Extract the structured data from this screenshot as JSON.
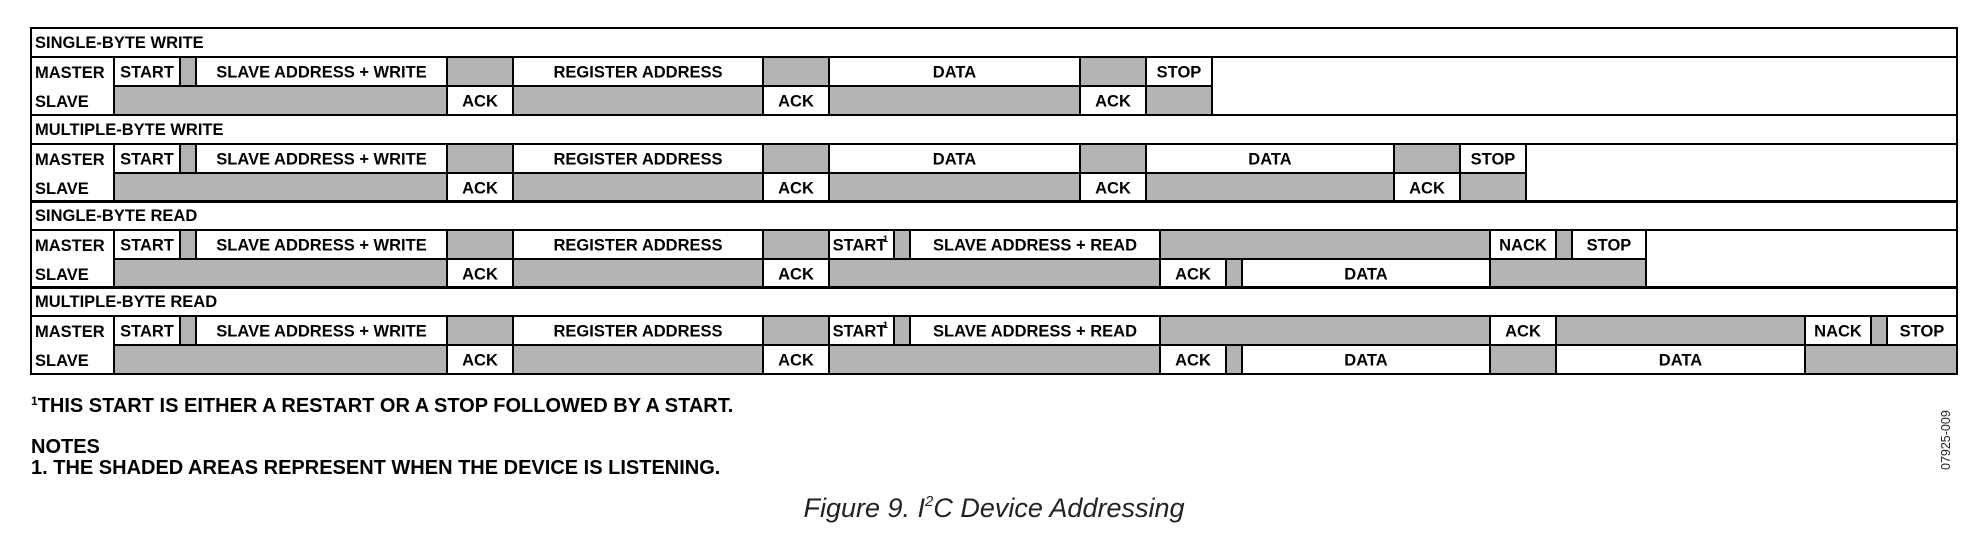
{
  "sequences": [
    {
      "title": "SINGLE-BYTE WRITE",
      "master_label": "MASTER",
      "slave_label": "SLAVE",
      "master_cells": [
        {
          "text": "START",
          "shaded": false
        },
        {
          "text": "",
          "shaded": true
        },
        {
          "text": "SLAVE ADDRESS + WRITE",
          "shaded": false
        },
        {
          "text": "",
          "shaded": true
        },
        {
          "text": "REGISTER ADDRESS",
          "shaded": false
        },
        {
          "text": "",
          "shaded": true
        },
        {
          "text": "DATA",
          "shaded": false
        },
        {
          "text": "",
          "shaded": true
        },
        {
          "text": "STOP",
          "shaded": false
        }
      ],
      "slave_cells": [
        {
          "text": "",
          "shaded": true
        },
        {
          "text": "ACK",
          "shaded": false
        },
        {
          "text": "",
          "shaded": true
        },
        {
          "text": "ACK",
          "shaded": false
        },
        {
          "text": "",
          "shaded": true
        },
        {
          "text": "ACK",
          "shaded": false
        },
        {
          "text": "",
          "shaded": true
        }
      ]
    },
    {
      "title": "MULTIPLE-BYTE WRITE",
      "master_label": "MASTER",
      "slave_label": "SLAVE",
      "master_cells": [
        {
          "text": "START",
          "shaded": false
        },
        {
          "text": "",
          "shaded": true
        },
        {
          "text": "SLAVE ADDRESS + WRITE",
          "shaded": false
        },
        {
          "text": "",
          "shaded": true
        },
        {
          "text": "REGISTER ADDRESS",
          "shaded": false
        },
        {
          "text": "",
          "shaded": true
        },
        {
          "text": "DATA",
          "shaded": false
        },
        {
          "text": "",
          "shaded": true
        },
        {
          "text": "DATA",
          "shaded": false
        },
        {
          "text": "",
          "shaded": true
        },
        {
          "text": "STOP",
          "shaded": false
        }
      ],
      "slave_cells": [
        {
          "text": "",
          "shaded": true
        },
        {
          "text": "ACK",
          "shaded": false
        },
        {
          "text": "",
          "shaded": true
        },
        {
          "text": "ACK",
          "shaded": false
        },
        {
          "text": "",
          "shaded": true
        },
        {
          "text": "ACK",
          "shaded": false
        },
        {
          "text": "",
          "shaded": true
        },
        {
          "text": "ACK",
          "shaded": false
        },
        {
          "text": "",
          "shaded": true
        }
      ]
    },
    {
      "title": "SINGLE-BYTE READ",
      "master_label": "MASTER",
      "slave_label": "SLAVE",
      "master_cells": [
        {
          "text": "START",
          "shaded": false
        },
        {
          "text": "",
          "shaded": true
        },
        {
          "text": "SLAVE ADDRESS + WRITE",
          "shaded": false
        },
        {
          "text": "",
          "shaded": true
        },
        {
          "text": "REGISTER ADDRESS",
          "shaded": false
        },
        {
          "text": "",
          "shaded": true
        },
        {
          "text": "START",
          "sup": "1",
          "shaded": false
        },
        {
          "text": "",
          "shaded": true
        },
        {
          "text": "SLAVE ADDRESS + READ",
          "shaded": false
        },
        {
          "text": "",
          "shaded": true
        },
        {
          "text": "NACK",
          "shaded": false
        },
        {
          "text": "",
          "shaded": true
        },
        {
          "text": "STOP",
          "shaded": false
        }
      ],
      "slave_cells": [
        {
          "text": "",
          "shaded": true
        },
        {
          "text": "ACK",
          "shaded": false
        },
        {
          "text": "",
          "shaded": true
        },
        {
          "text": "ACK",
          "shaded": false
        },
        {
          "text": "",
          "shaded": true
        },
        {
          "text": "ACK",
          "shaded": false
        },
        {
          "text": "",
          "shaded": true
        },
        {
          "text": "DATA",
          "shaded": false
        },
        {
          "text": "",
          "shaded": true
        }
      ]
    },
    {
      "title": "MULTIPLE-BYTE READ",
      "master_label": "MASTER",
      "slave_label": "SLAVE",
      "master_cells": [
        {
          "text": "START",
          "shaded": false
        },
        {
          "text": "",
          "shaded": true
        },
        {
          "text": "SLAVE ADDRESS + WRITE",
          "shaded": false
        },
        {
          "text": "",
          "shaded": true
        },
        {
          "text": "REGISTER ADDRESS",
          "shaded": false
        },
        {
          "text": "",
          "shaded": true
        },
        {
          "text": "START",
          "sup": "1",
          "shaded": false
        },
        {
          "text": "",
          "shaded": true
        },
        {
          "text": "SLAVE ADDRESS + READ",
          "shaded": false
        },
        {
          "text": "",
          "shaded": true
        },
        {
          "text": "ACK",
          "shaded": false
        },
        {
          "text": "",
          "shaded": true
        },
        {
          "text": "NACK",
          "shaded": false
        },
        {
          "text": "",
          "shaded": true
        },
        {
          "text": "STOP",
          "shaded": false
        }
      ],
      "slave_cells": [
        {
          "text": "",
          "shaded": true
        },
        {
          "text": "ACK",
          "shaded": false
        },
        {
          "text": "",
          "shaded": true
        },
        {
          "text": "ACK",
          "shaded": false
        },
        {
          "text": "",
          "shaded": true
        },
        {
          "text": "ACK",
          "shaded": false
        },
        {
          "text": "",
          "shaded": true
        },
        {
          "text": "DATA",
          "shaded": false
        },
        {
          "text": "",
          "shaded": true
        },
        {
          "text": "DATA",
          "shaded": false
        },
        {
          "text": "",
          "shaded": true
        }
      ]
    }
  ],
  "footnote": {
    "marker": "1",
    "text": "THIS START IS EITHER A RESTART OR A STOP FOLLOWED BY A START."
  },
  "notes": {
    "heading": "NOTES",
    "item": "1. THE SHADED AREAS REPRESENT WHEN THE DEVICE IS LISTENING."
  },
  "caption": {
    "prefix": "Figure 9. I",
    "sup": "2",
    "suffix": "C Device Addressing"
  },
  "document_id": "07925-009",
  "colors": {
    "shade": "#b3b3b3",
    "line": "#000000"
  }
}
